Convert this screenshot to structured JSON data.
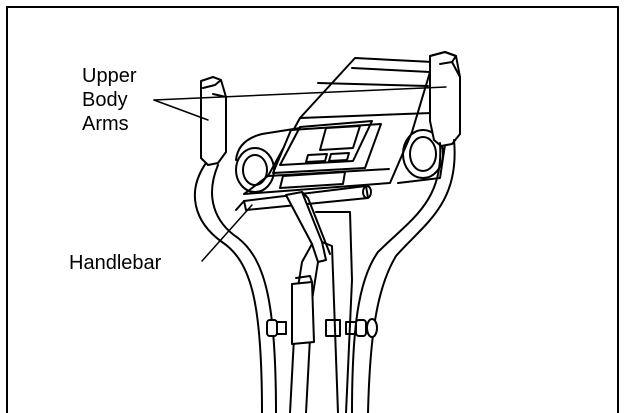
{
  "callouts": {
    "upper_body_arms": [
      "Upper",
      "Body",
      "Arms"
    ],
    "handlebar": "Handlebar"
  },
  "colors": {
    "line": "#000000",
    "background": "#ffffff"
  }
}
